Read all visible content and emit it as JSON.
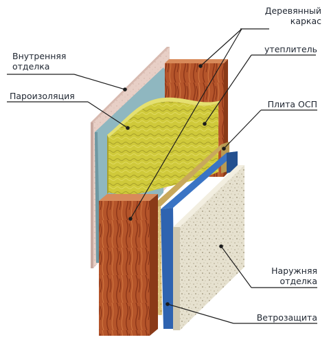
{
  "labels": {
    "wood_frame": {
      "line1": "Деревянный",
      "line2": "каркас"
    },
    "insulation": "утеплитель",
    "osb": "Плита ОСП",
    "interior_finish": {
      "line1": "Внутренняя",
      "line2": "отделка"
    },
    "vapor_barrier": "Пароизоляция",
    "exterior_finish": {
      "line1": "Наружняя",
      "line2": "отделка"
    },
    "wind_barrier": "Ветрозащита"
  },
  "colors": {
    "interior_board": "#e8cfc6",
    "vapor_film": "#8fb7c0",
    "wood": "#b4542a",
    "insulation": "#cfc93a",
    "osb": "#dcc37d",
    "wind_film": "#2e63b0",
    "exterior_panel": "#e6e1cf",
    "leader_line": "#1c1c1c"
  }
}
